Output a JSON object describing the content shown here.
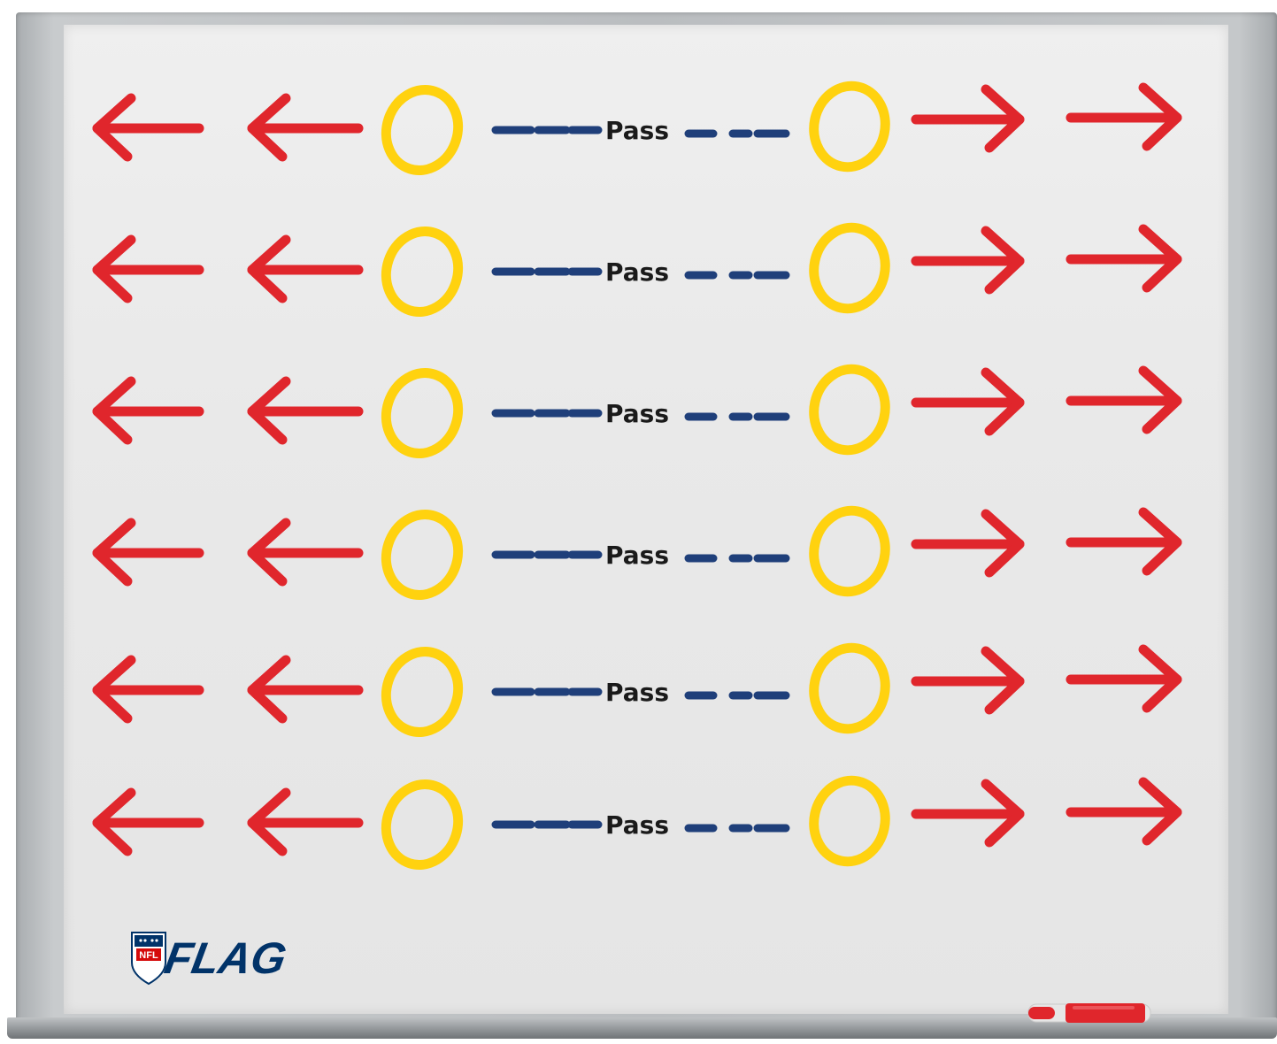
{
  "board": {
    "surface_color": "#ebebeb",
    "frame_color": "#b8bbbe"
  },
  "colors": {
    "arrow": "#e0262c",
    "player": "#ffd20f",
    "pass_line": "#1f3f7a",
    "pass_text": "#1a1a1a"
  },
  "pass_label": "Pass",
  "rows": [
    {
      "label": "Pass"
    },
    {
      "label": "Pass"
    },
    {
      "label": "Pass"
    },
    {
      "label": "Pass"
    },
    {
      "label": "Pass"
    },
    {
      "label": "Pass"
    }
  ],
  "icons": {
    "player": "circle-marker",
    "left_arrow": "arrow-left-icon",
    "right_arrow": "arrow-right-icon"
  },
  "logo": {
    "shield_text": "NFL",
    "wordmark": "FLAG",
    "shield_color": "#013369",
    "accent": "#d50a0a"
  },
  "marker": {
    "icon": "red-marker-icon",
    "color": "#e0262c"
  }
}
